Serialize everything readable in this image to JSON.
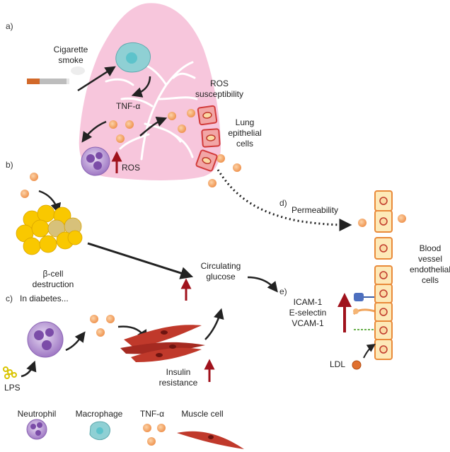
{
  "panels": {
    "a": "a)",
    "b": "b)",
    "c": "c)",
    "d": "d)",
    "e": "e)"
  },
  "labels": {
    "cigarette_smoke_1": "Cigarette",
    "cigarette_smoke_2": "smoke",
    "tnf_alpha": "TNF-α",
    "ros_susceptibility_1": "ROS",
    "ros_susceptibility_2": "susceptibility",
    "lung_epithelial_1": "Lung",
    "lung_epithelial_2": "epithelial",
    "lung_epithelial_3": "cells",
    "ros": "ROS",
    "beta_cell_1": "β-cell",
    "beta_cell_2": "destruction",
    "permeability": "Permeability",
    "blood_vessel_1": "Blood",
    "blood_vessel_2": "vessel",
    "blood_vessel_3": "endothelial",
    "blood_vessel_4": "cells",
    "circulating_glucose_1": "Circulating",
    "circulating_glucose_2": "glucose",
    "in_diabetes": "In diabetes...",
    "icam1": "ICAM-1",
    "eselectin": "E-selectin",
    "vcam1": "VCAM-1",
    "lps": "LPS",
    "insulin_resistance_1": "Insulin",
    "insulin_resistance_2": "resistance",
    "ldl": "LDL"
  },
  "legend": {
    "neutrophil": "Neutrophil",
    "macrophage": "Macrophage",
    "tnf_alpha": "TNF-α",
    "muscle_cell": "Muscle cell"
  },
  "colors": {
    "lung": "#f7c6dc",
    "tnf": "#f4a15d",
    "neutrophil": "#9b6fc0",
    "macrophage": "#7fc8cc",
    "muscle": "#c0392b",
    "up_arrow": "#a0121c",
    "endothelial_fill": "#fde9b8",
    "endothelial_border": "#e98a3a"
  }
}
